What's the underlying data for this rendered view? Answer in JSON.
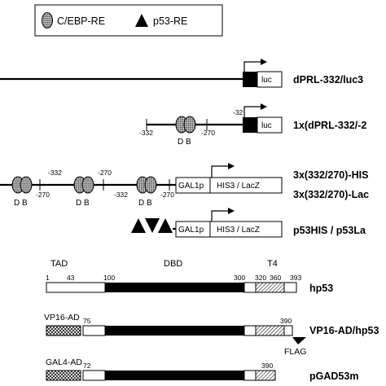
{
  "legend": {
    "cebp": "C/EBP-RE",
    "p53": "p53-RE"
  },
  "constructs": {
    "dprl_luc3": {
      "label": "dPRL-332/luc3",
      "box": "luc"
    },
    "dprl_1x": {
      "label": "1x(dPRL-332/-2",
      "box": "luc",
      "n332": "-332",
      "n270": "-270",
      "n32": "-32",
      "db": "D B"
    },
    "tri": {
      "label1": "3x(332/270)-HIS",
      "label2": "3x(332/270)-Lac",
      "n332": "-332",
      "n270": "-270",
      "db": "D B",
      "promoter": "GAL1p",
      "reporter": "HIS3 / LacZ"
    },
    "p53his": {
      "label": "p53HIS / p53La",
      "promoter": "GAL1p",
      "reporter": "HIS3 / LacZ"
    }
  },
  "domains": {
    "tad": "TAD",
    "dbd": "DBD",
    "t4": "T4"
  },
  "hp53": {
    "label": "hp53",
    "ticks": [
      "1",
      "43",
      "100",
      "300",
      "320",
      "360",
      "393"
    ]
  },
  "vp16": {
    "label": "VP16-AD/hp53",
    "ad": "VP16-AD",
    "ticks": [
      "75",
      "390"
    ],
    "flag": "FLAG"
  },
  "gad": {
    "label": "pGAD53m",
    "ad": "GAL4-AD",
    "ticks": [
      "72",
      "390"
    ]
  }
}
